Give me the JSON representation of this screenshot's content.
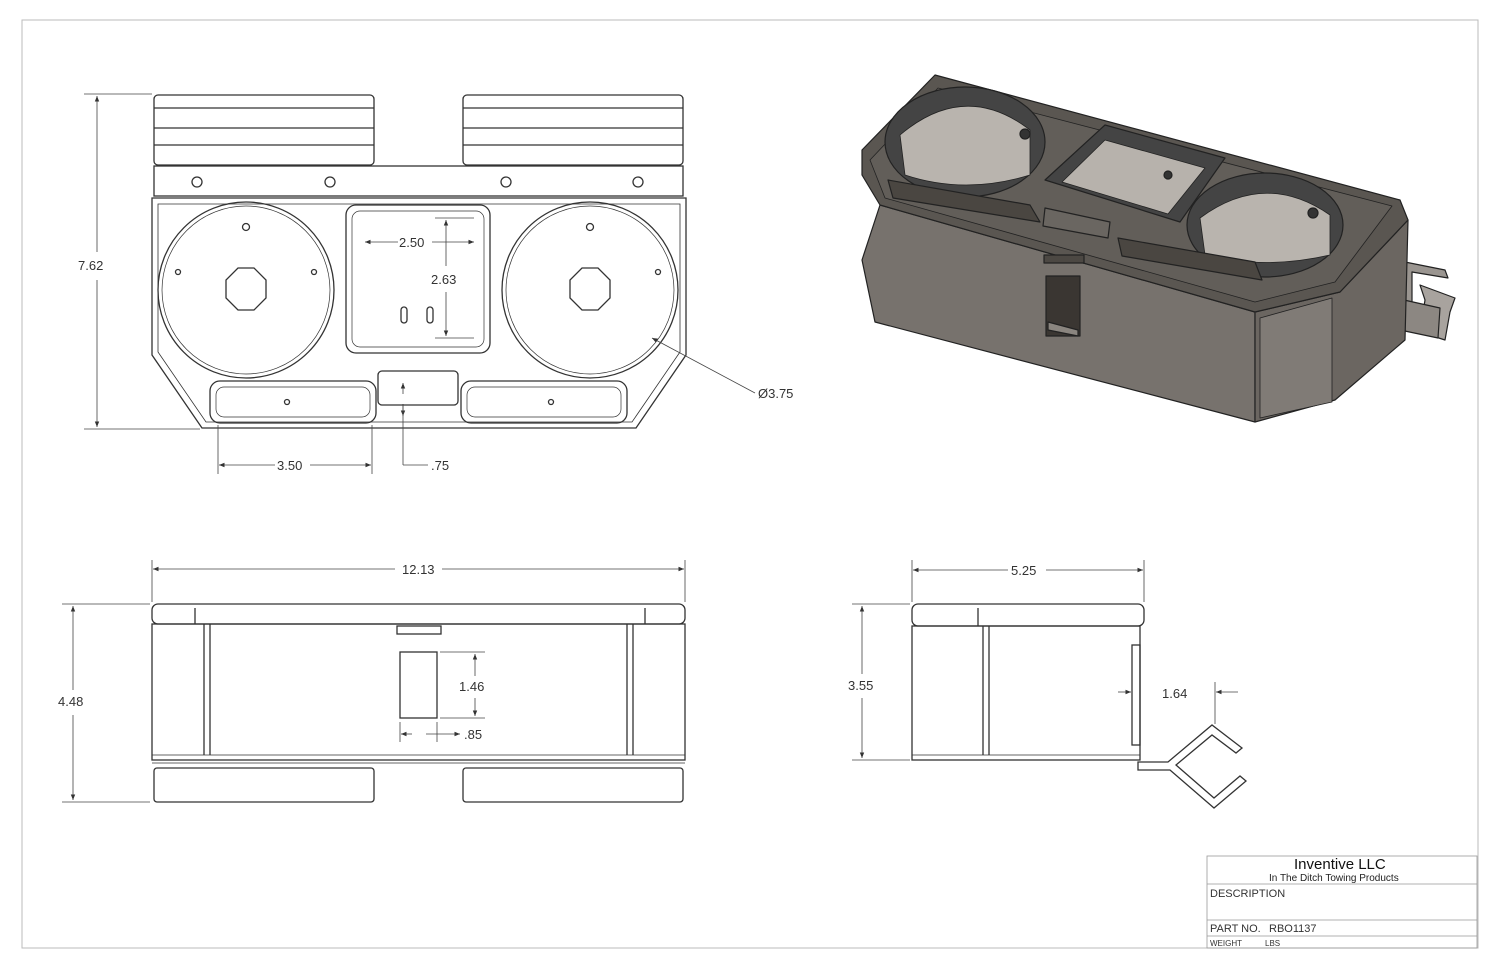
{
  "dimensions": {
    "top_height": "7.62",
    "pocket_width": "2.50",
    "pocket_height": "2.63",
    "cup_diameter": "Ø3.75",
    "tray_width": "3.50",
    "tab_offset": ".75",
    "overall_width": "12.13",
    "front_height": "4.48",
    "slot_height": "1.46",
    "slot_width": ".85",
    "side_depth": "5.25",
    "side_height": "3.55",
    "hook_offset": "1.64"
  },
  "title_block": {
    "company": "Inventive LLC",
    "tagline": "In The Ditch Towing Products",
    "description_label": "DESCRIPTION",
    "part_label": "PART  NO.",
    "part_number": "RBO1137",
    "weight_label": "WEIGHT",
    "weight_unit": "LBS"
  }
}
